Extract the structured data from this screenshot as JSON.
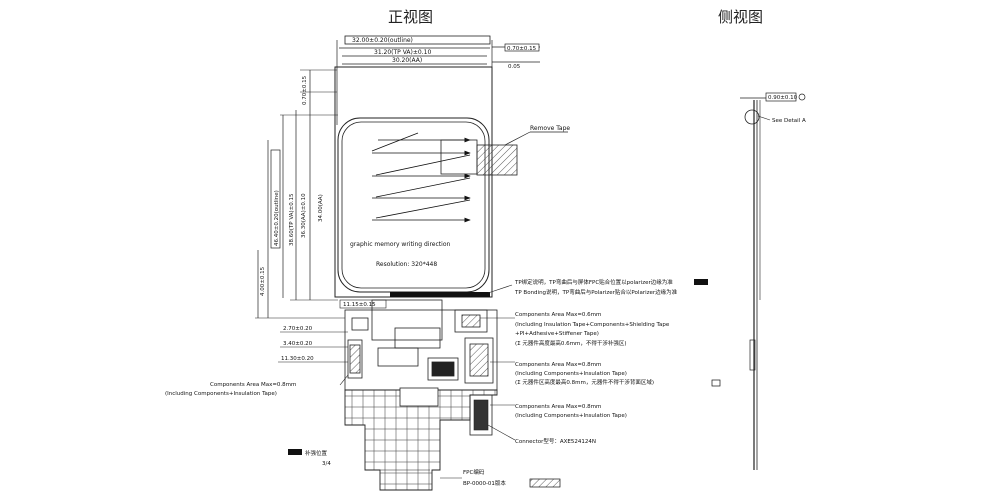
{
  "views": {
    "front_title": "正视图",
    "side_title": "侧视图"
  },
  "front": {
    "top_dims": {
      "outer": "32.00±0.20(outline)",
      "middle": "31.20(TP VA)±0.10",
      "inner": "30.20(AA)"
    },
    "right_dims": {
      "d1": "0.70±0.15",
      "d2": "0.05"
    },
    "left_dims": {
      "outer": "46.40±0.20(outline)",
      "tp": "38.60(TP VA)±0.15",
      "aa": "36.30(AA)±0.10",
      "aa2": "34.00(AA)",
      "bottom": "4.00±0.15",
      "d_ribbon": "11.15±0.15",
      "d1": "2.70±0.20",
      "d2": "3.40±0.20",
      "d3": "11.30±0.20"
    },
    "display": {
      "direction": "graphic memory writing direction",
      "resolution": "Resolution: 320*448"
    },
    "remove_tape": "Remove Tape",
    "notes": {
      "note1": "TP绑定说明，TP弯曲后与屏体FPC贴合位置以polarizer边缘为准",
      "note2": "TP Bonding说明，TP弯曲后与Polarizer贴合以Polarizer边缘为准",
      "comp1_l1": "Components Area Max=0.6mm",
      "comp1_l2": "(Including Insulation Tape+Components+Shielding Tape",
      "comp1_l3": "+PI+Adhesive+Stiffener Tape)",
      "comp1_l4": "(Σ 元器件高度最高0.6mm，不得干涉补强区)",
      "comp2_l1": "Components Area Max=0.8mm",
      "comp2_l2": "(Including Components+Insulation Tape)",
      "comp2_l3": "(Σ 元器件区高度最高0.8mm，元器件不得干涉背面区域)",
      "comp3_l1": "Components Area Max=0.8mm",
      "comp3_l2": "(Including Components+Insulation Tape)",
      "connector": "Connector型号：AXE524124N",
      "left_l1": "Components Area Max=0.8mm",
      "left_l2": "(Including Components+Insulation Tape)",
      "stiffener": "补强位置",
      "stiffener_sub": "3/4",
      "fpc_label": "FPC编码",
      "fpc_code": "BP-0000-01版本"
    }
  },
  "side": {
    "detail": "See Detail A",
    "tag": "0.90±0.10"
  }
}
